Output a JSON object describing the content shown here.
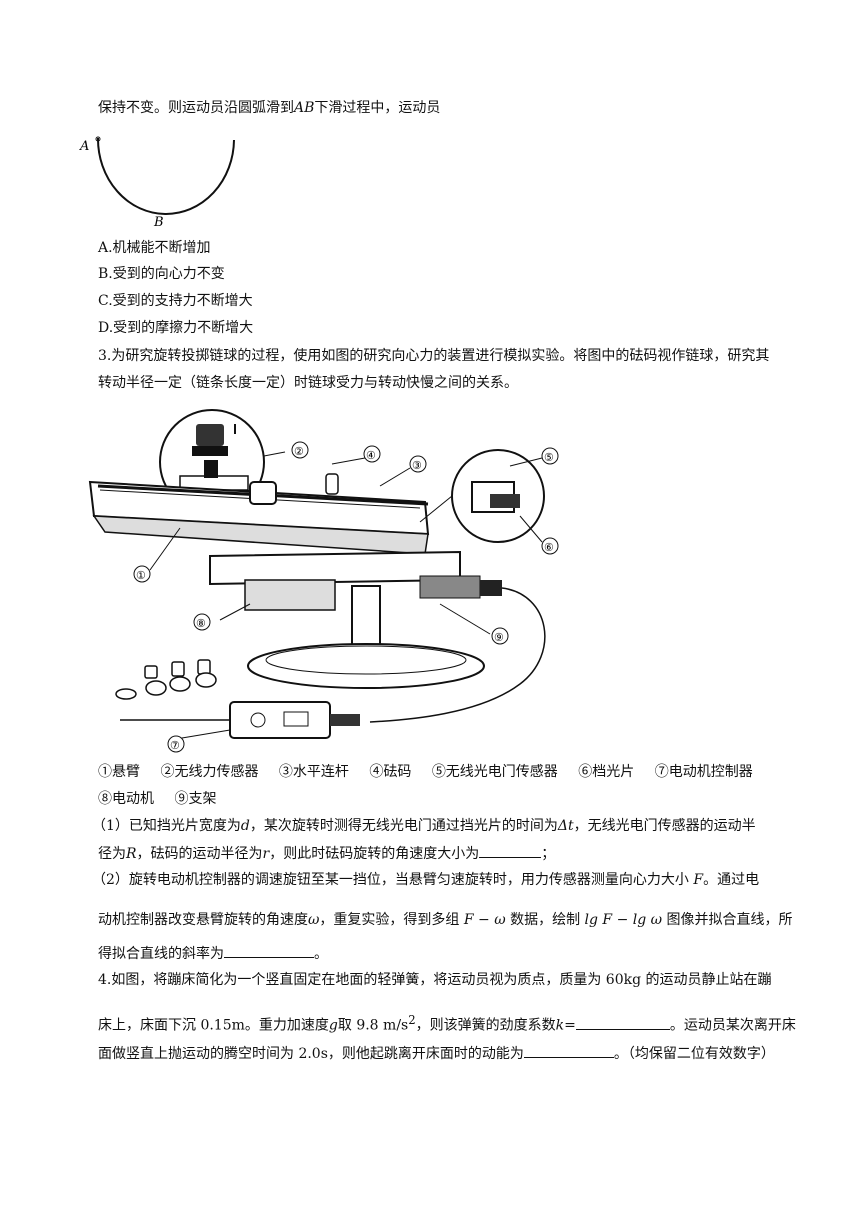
{
  "intro_tail": "保持不变。则运动员沿圆弧滑到",
  "intro_ab": "AB",
  "intro_end": "下滑过程中，运动员",
  "arc_labels": {
    "a": "A",
    "b": "B"
  },
  "q2_options": [
    "A.机械能不断增加",
    "B.受到的向心力不变",
    "C.受到的支持力不断增大",
    "D.受到的摩擦力不断增大"
  ],
  "q3": {
    "line1": "3.为研究旋转投掷链球的过程，使用如图的研究向心力的装置进行模拟实验。将图中的砝码视作链球，研究其",
    "line2": "转动半径一定（链条长度一定）时链球受力与转动快慢之间的关系。",
    "callouts": [
      "①",
      "②",
      "③",
      "④",
      "⑤",
      "⑥",
      "⑦",
      "⑧",
      "⑨"
    ],
    "legend_row1": [
      "①悬臂",
      "②无线力传感器",
      "③水平连杆",
      "④砝码",
      "⑤无线光电门传感器",
      "⑥档光片",
      "⑦电动机控制器"
    ],
    "legend_row2": [
      "⑧电动机",
      "⑨支架"
    ],
    "sub1_a": "（1）已知挡光片宽度为",
    "sub1_d": "d",
    "sub1_b": "，某次旋转时测得无线光电门通过挡光片的时间为",
    "sub1_dt": "Δt",
    "sub1_c": "，无线光电门传感器的运动半",
    "sub1_line2_a": "径为",
    "sub1_R": "R",
    "sub1_line2_b": "，砝码的运动半径为",
    "sub1_r": "r",
    "sub1_line2_c": "，则此时砝码旋转的角速度大小为",
    "sub1_line2_end": "；",
    "sub2_line1_a": "（2）旋转电动机控制器的调速旋钮至某一挡位，当悬臂匀速旋转时，用力传感器测量向心力大小",
    "sub2_F": "F",
    "sub2_line1_b": "。通过电",
    "sub2_line2_a": "动机控制器改变悬臂旋转的角速度",
    "sub2_omega": "ω",
    "sub2_line2_b": "，重复实验，得到多组",
    "sub2_Fomega": "F − ω",
    "sub2_line2_c": "数据，绘制",
    "sub2_lg": "lg F − lg ω",
    "sub2_line2_d": "图像并拟合直线，所",
    "sub2_line3_a": "得拟合直线的斜率为",
    "sub2_line3_end": "。"
  },
  "q4": {
    "line1": "4.如图，将蹦床简化为一个竖直固定在地面的轻弹簧，将运动员视为质点，质量为 60kg 的运动员静止站在蹦",
    "line2_a": "床上，床面下沉 0.15m。重力加速度",
    "line2_g": "g",
    "line2_b": "取 9.8 m/s",
    "line2_sup": "2",
    "line2_c": "，则该弹簧的劲度系数",
    "line2_k": "k",
    "line2_d": "=",
    "line2_e": "。运动员某次离开床",
    "line3_a": "面做竖直上抛运动的腾空时间为 2.0s，则他起跳离开床面时的动能为",
    "line3_b": "。（均保留二位有效数字）"
  }
}
